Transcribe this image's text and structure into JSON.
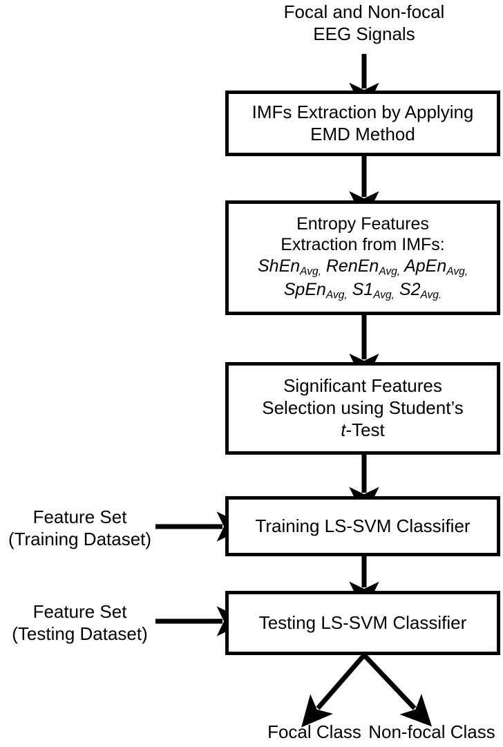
{
  "diagram": {
    "title_top": {
      "line1": "Focal and Non-focal",
      "line2": "EEG Signals"
    },
    "boxes": [
      {
        "id": "imf-extraction",
        "line1": "IMFs  Extraction by Applying",
        "line2": "EMD Method"
      },
      {
        "id": "entropy-features",
        "line1": "Entropy Features",
        "line2": "Extraction from IMFs:",
        "line3_parts": [
          {
            "base": "ShEn",
            "sub": "Avg,"
          },
          {
            "base": "RenEn",
            "sub": "Avg,"
          },
          {
            "base": "ApEn",
            "sub": "Avg,"
          }
        ],
        "line4_parts": [
          {
            "base": "SpEn",
            "sub": "Avg,"
          },
          {
            "base": "S1",
            "sub": "Avg,"
          },
          {
            "base": "S2",
            "sub": "Avg."
          }
        ]
      },
      {
        "id": "feature-selection",
        "line1": "Significant Features",
        "line2": "Selection using Student’s",
        "line3_italic": "t",
        "line3_rest": "-Test"
      },
      {
        "id": "training-classifier",
        "line1": "Training LS-SVM Classifier"
      },
      {
        "id": "testing-classifier",
        "line1": "Testing LS-SVM Classifier"
      }
    ],
    "side_labels": [
      {
        "id": "training-feature-set",
        "line1": "Feature Set",
        "line2": "(Training Dataset)"
      },
      {
        "id": "testing-feature-set",
        "line1": "Feature Set",
        "line2": "(Testing Dataset)"
      }
    ],
    "outputs": [
      {
        "id": "focal-class",
        "label": "Focal Class"
      },
      {
        "id": "non-focal-class",
        "label": "Non-focal Class"
      }
    ],
    "colors": {
      "stroke": "#000000",
      "fill": "#ffffff",
      "text": "#000000"
    }
  }
}
